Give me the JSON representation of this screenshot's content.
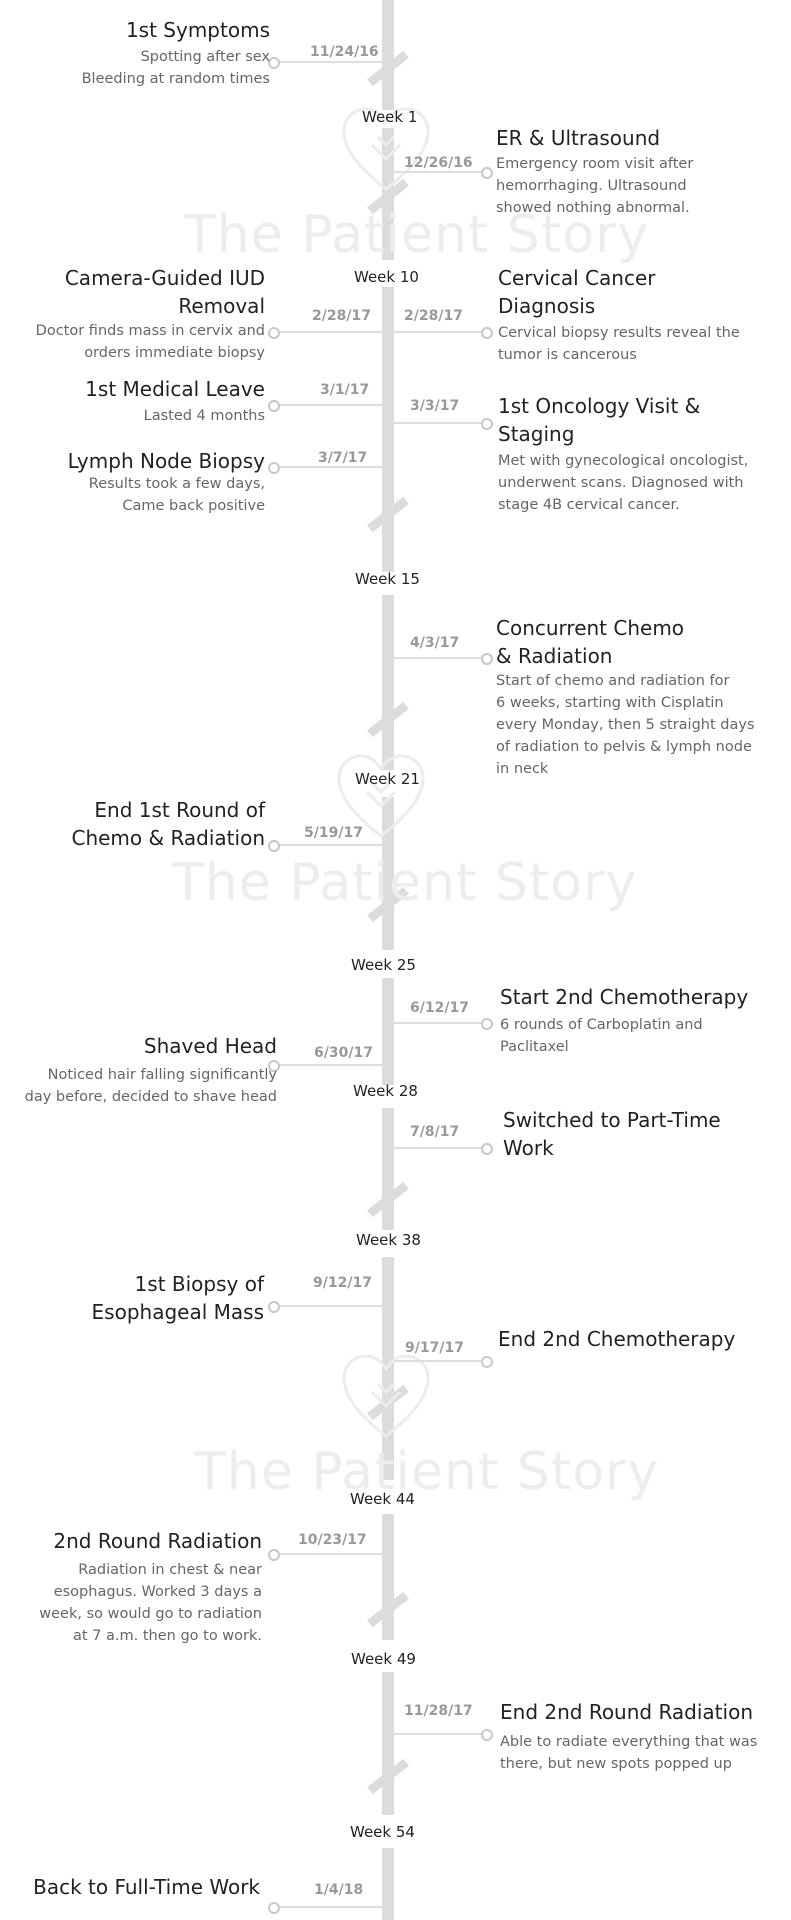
{
  "watermark": {
    "brand": "The Patient Story",
    "icon": "heart-hands-icon"
  },
  "weeks": [
    "Week 1",
    "Week 10",
    "Week 15",
    "Week 21",
    "Week 25",
    "Week 28",
    "Week 38",
    "Week 44",
    "Week 49",
    "Week 54"
  ],
  "events": [
    {
      "date": "11/24/16",
      "title": "1st Symptoms",
      "description": "Spotting after sex\nBleeding at random times"
    },
    {
      "date": "12/26/16",
      "title": "ER & Ultrasound",
      "description": "Emergency room visit after\nhemorrhaging. Ultrasound\nshowed nothing abnormal."
    },
    {
      "date": "2/28/17",
      "title": "Camera-Guided IUD\nRemoval",
      "description": "Doctor finds mass in cervix and\norders immediate biopsy"
    },
    {
      "date": "2/28/17",
      "title": "Cervical Cancer\nDiagnosis",
      "description": "Cervical biopsy results reveal the\ntumor is cancerous"
    },
    {
      "date": "3/1/17",
      "title": "1st Medical Leave",
      "description": "Lasted 4 months"
    },
    {
      "date": "3/3/17",
      "title": "1st Oncology Visit &\nStaging",
      "description": "Met with gynecological oncologist,\nunderwent scans. Diagnosed  with\nstage 4B cervical cancer."
    },
    {
      "date": "3/7/17",
      "title": "Lymph Node Biopsy",
      "description": "Results took a few days,\nCame back positive"
    },
    {
      "date": "4/3/17",
      "title": "Concurrent Chemo\n& Radiation",
      "description": "Start of chemo and radiation for\n6 weeks, starting with Cisplatin\nevery Monday, then 5 straight days\nof radiation to pelvis & lymph node\nin neck"
    },
    {
      "date": "5/19/17",
      "title": "End 1st Round of\nChemo & Radiation",
      "description": ""
    },
    {
      "date": "6/12/17",
      "title": "Start 2nd Chemotherapy",
      "description": "6 rounds of Carboplatin and\nPaclitaxel"
    },
    {
      "date": "6/30/17",
      "title": "Shaved Head",
      "description": "Noticed hair falling significantly\nday before, decided to shave head"
    },
    {
      "date": "7/8/17",
      "title": "Switched to Part-Time\nWork",
      "description": ""
    },
    {
      "date": "9/12/17",
      "title": "1st Biopsy of\nEsophageal Mass",
      "description": ""
    },
    {
      "date": "9/17/17",
      "title": "End 2nd Chemotherapy",
      "description": ""
    },
    {
      "date": "10/23/17",
      "title": "2nd Round Radiation",
      "description": "Radiation in chest & near\nesophagus. Worked 3 days a\nweek, so would go to radiation\nat 7 a.m. then go to work."
    },
    {
      "date": "11/28/17",
      "title": "End 2nd Round Radiation",
      "description": "Able to radiate everything that was\nthere, but new spots popped up"
    },
    {
      "date": "1/4/18",
      "title": "Back to Full-Time Work",
      "description": ""
    }
  ]
}
